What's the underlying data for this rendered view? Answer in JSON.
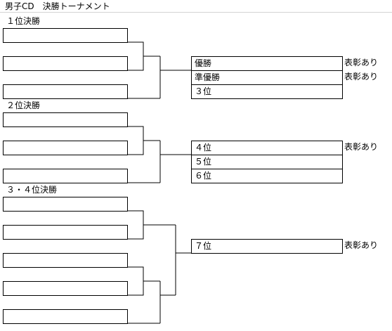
{
  "title": "男子CD　決勝トーナメント",
  "sections": {
    "first": {
      "label": "１位決勝"
    },
    "second": {
      "label": "２位決勝"
    },
    "third": {
      "label": "３・４位決勝"
    }
  },
  "results": {
    "champion": "優勝",
    "runner_up": "準優勝",
    "third_place": "３位",
    "fourth_place": "４位",
    "fifth_place": "５位",
    "sixth_place": "６位",
    "seventh_place": "７位"
  },
  "award_note": "表彰あり"
}
